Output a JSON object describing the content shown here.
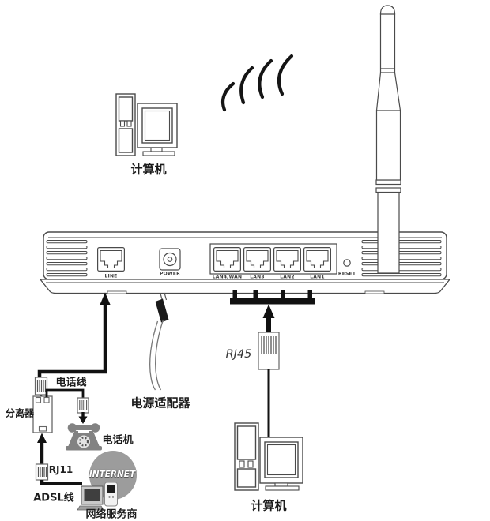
{
  "router": {
    "ports": {
      "line": "LINE",
      "power": "POWER",
      "lan": [
        "LAN4/WAN",
        "LAN3",
        "LAN2",
        "LAN1"
      ],
      "reset": "RESET"
    }
  },
  "devices": {
    "computer_top": {
      "label": "计算机"
    },
    "computer_bottom": {
      "label": "计算机"
    },
    "power_adapter": {
      "label": "电源适配器"
    },
    "splitter": {
      "label": "分离器"
    },
    "telephone": {
      "label": "电话机"
    },
    "internet_cloud": {
      "label": "INTERNET"
    },
    "isp": {
      "label": "网络服务商"
    }
  },
  "cables": {
    "phone_line": {
      "label": "电话线"
    },
    "adsl_line": {
      "label": "ADSL线"
    },
    "rj11": {
      "label": "RJ11"
    },
    "rj45": {
      "label": "RJ45"
    }
  },
  "colors": {
    "line_art": "#4a4a4a",
    "cable_black": "#111111",
    "device_gray": "#828282",
    "cloud_gray": "#9c9c9c"
  }
}
